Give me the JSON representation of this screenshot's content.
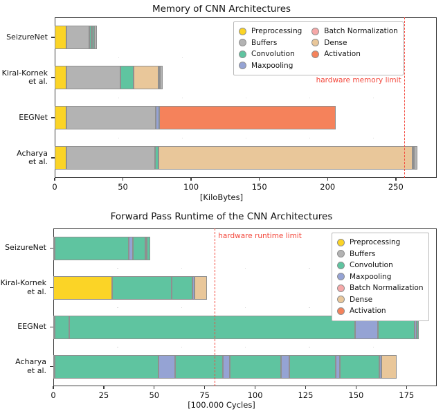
{
  "colors": {
    "preprocessing": "#FBD426",
    "buffers": "#B3B3B3",
    "convolution": "#5FC4A0",
    "maxpooling": "#95A3D4",
    "batch_normalization": "#F6A8A8",
    "dense": "#E9C79A",
    "activation": "#F5825B",
    "limit": "#F3473B",
    "axis": "#3A3A3A",
    "edge": "#8F8F8F"
  },
  "legend_entries": [
    {
      "key": "preprocessing",
      "label": "Preprocessing"
    },
    {
      "key": "buffers",
      "label": "Buffers"
    },
    {
      "key": "convolution",
      "label": "Convolution"
    },
    {
      "key": "maxpooling",
      "label": "Maxpooling"
    },
    {
      "key": "batch_normalization",
      "label": "Batch Normalization"
    },
    {
      "key": "dense",
      "label": "Dense"
    },
    {
      "key": "activation",
      "label": "Activation"
    }
  ],
  "chart_data": [
    {
      "id": "memory",
      "type": "bar",
      "orientation": "horizontal",
      "stacked": true,
      "title": "Memory of CNN Architectures",
      "xlabel": "[KiloBytes]",
      "ylabel": "",
      "xlim": [
        0,
        280
      ],
      "xticks": [
        0,
        50,
        100,
        150,
        200,
        250
      ],
      "xticklabels": [
        "0",
        "50",
        "100",
        "150",
        "200",
        "250"
      ],
      "grid": false,
      "legend_position": "upper right",
      "legend_columns": 2,
      "annotation": {
        "text": "hardware memory limit",
        "value": 256,
        "style": "red dashed vertical line"
      },
      "categories": [
        "SeizureNet",
        "Kiral-Kornek\net al.",
        "EEGNet",
        "Acharya\net al."
      ],
      "bars": [
        {
          "category": "SeizureNet",
          "total": 31,
          "segments": [
            {
              "key": "preprocessing",
              "start": 0,
              "end": 8.5
            },
            {
              "key": "buffers",
              "start": 8.5,
              "end": 25.5
            },
            {
              "key": "convolution",
              "start": 25.5,
              "end": 27.0
            },
            {
              "key": "batch_normalization",
              "start": 27.0,
              "end": 27.5
            },
            {
              "key": "convolution",
              "start": 27.5,
              "end": 29.0
            },
            {
              "key": "buffers",
              "start": 29.0,
              "end": 31.0
            }
          ]
        },
        {
          "category": "Kiral-Kornek\net al.",
          "total": 79,
          "segments": [
            {
              "key": "preprocessing",
              "start": 0,
              "end": 8.5
            },
            {
              "key": "buffers",
              "start": 8.5,
              "end": 48.0
            },
            {
              "key": "convolution",
              "start": 48.0,
              "end": 58.0
            },
            {
              "key": "dense",
              "start": 58.0,
              "end": 76.0
            },
            {
              "key": "batch_normalization",
              "start": 76.0,
              "end": 77.0
            },
            {
              "key": "buffers",
              "start": 77.0,
              "end": 79.0
            }
          ]
        },
        {
          "category": "EEGNet",
          "total": 206,
          "segments": [
            {
              "key": "preprocessing",
              "start": 0,
              "end": 8.5
            },
            {
              "key": "buffers",
              "start": 8.5,
              "end": 74.0
            },
            {
              "key": "maxpooling",
              "start": 74.0,
              "end": 76.5
            },
            {
              "key": "activation",
              "start": 76.5,
              "end": 206.0
            }
          ]
        },
        {
          "category": "Acharya\net al.",
          "total": 266,
          "segments": [
            {
              "key": "preprocessing",
              "start": 0,
              "end": 8.5
            },
            {
              "key": "buffers",
              "start": 8.5,
              "end": 73.5
            },
            {
              "key": "convolution",
              "start": 73.5,
              "end": 76.0
            },
            {
              "key": "dense",
              "start": 76.0,
              "end": 262.0
            },
            {
              "key": "batch_normalization",
              "start": 262.0,
              "end": 263.5
            },
            {
              "key": "buffers",
              "start": 263.5,
              "end": 266.0
            }
          ]
        }
      ]
    },
    {
      "id": "runtime",
      "type": "bar",
      "orientation": "horizontal",
      "stacked": true,
      "title": "Forward Pass Runtime of the CNN Architectures",
      "xlabel": "[100.000 Cycles]",
      "ylabel": "",
      "xlim": [
        0,
        190
      ],
      "xticks": [
        0,
        25,
        50,
        75,
        100,
        125,
        150,
        175
      ],
      "xticklabels": [
        "0",
        "25",
        "50",
        "75",
        "100",
        "125",
        "150",
        "175"
      ],
      "grid": false,
      "legend_position": "upper right",
      "legend_columns": 1,
      "annotation": {
        "text": "hardware runtime limit",
        "value": 80,
        "style": "red dashed vertical line"
      },
      "categories": [
        "SeizureNet",
        "Kiral-Kornek\net al.",
        "EEGNet",
        "Acharya\net al."
      ],
      "bars": [
        {
          "category": "SeizureNet",
          "total": 48,
          "segments": [
            {
              "key": "preprocessing",
              "start": 0,
              "end": 0.8
            },
            {
              "key": "convolution",
              "start": 0.8,
              "end": 37.5
            },
            {
              "key": "maxpooling",
              "start": 37.5,
              "end": 39.5
            },
            {
              "key": "convolution",
              "start": 39.5,
              "end": 45.5
            },
            {
              "key": "maxpooling",
              "start": 45.5,
              "end": 46.3
            },
            {
              "key": "convolution",
              "start": 46.3,
              "end": 48.0
            }
          ]
        },
        {
          "category": "Kiral-Kornek\net al.",
          "total": 76,
          "segments": [
            {
              "key": "preprocessing",
              "start": 0,
              "end": 29.0
            },
            {
              "key": "convolution",
              "start": 29.0,
              "end": 58.5
            },
            {
              "key": "convolution",
              "start": 58.5,
              "end": 69.0
            },
            {
              "key": "maxpooling",
              "start": 69.0,
              "end": 70.0
            },
            {
              "key": "dense",
              "start": 70.0,
              "end": 76.0
            }
          ]
        },
        {
          "category": "EEGNet",
          "total": 181,
          "segments": [
            {
              "key": "preprocessing",
              "start": 0,
              "end": 0.8
            },
            {
              "key": "convolution",
              "start": 0.8,
              "end": 8.0
            },
            {
              "key": "convolution",
              "start": 8.0,
              "end": 149.5
            },
            {
              "key": "maxpooling",
              "start": 149.5,
              "end": 161.0
            },
            {
              "key": "convolution",
              "start": 161.0,
              "end": 179.0
            },
            {
              "key": "maxpooling",
              "start": 179.0,
              "end": 180.0
            },
            {
              "key": "convolution",
              "start": 180.0,
              "end": 181.0
            }
          ]
        },
        {
          "category": "Acharya\net al.",
          "total": 170,
          "segments": [
            {
              "key": "preprocessing",
              "start": 0,
              "end": 0.8
            },
            {
              "key": "convolution",
              "start": 0.8,
              "end": 52.0
            },
            {
              "key": "maxpooling",
              "start": 52.0,
              "end": 60.5
            },
            {
              "key": "convolution",
              "start": 60.5,
              "end": 84.0
            },
            {
              "key": "maxpooling",
              "start": 84.0,
              "end": 87.5
            },
            {
              "key": "convolution",
              "start": 87.5,
              "end": 113.0
            },
            {
              "key": "maxpooling",
              "start": 113.0,
              "end": 117.0
            },
            {
              "key": "convolution",
              "start": 117.0,
              "end": 140.0
            },
            {
              "key": "maxpooling",
              "start": 140.0,
              "end": 142.0
            },
            {
              "key": "convolution",
              "start": 142.0,
              "end": 161.5
            },
            {
              "key": "maxpooling",
              "start": 161.5,
              "end": 162.5
            },
            {
              "key": "dense",
              "start": 162.5,
              "end": 170.0
            }
          ]
        }
      ]
    }
  ]
}
